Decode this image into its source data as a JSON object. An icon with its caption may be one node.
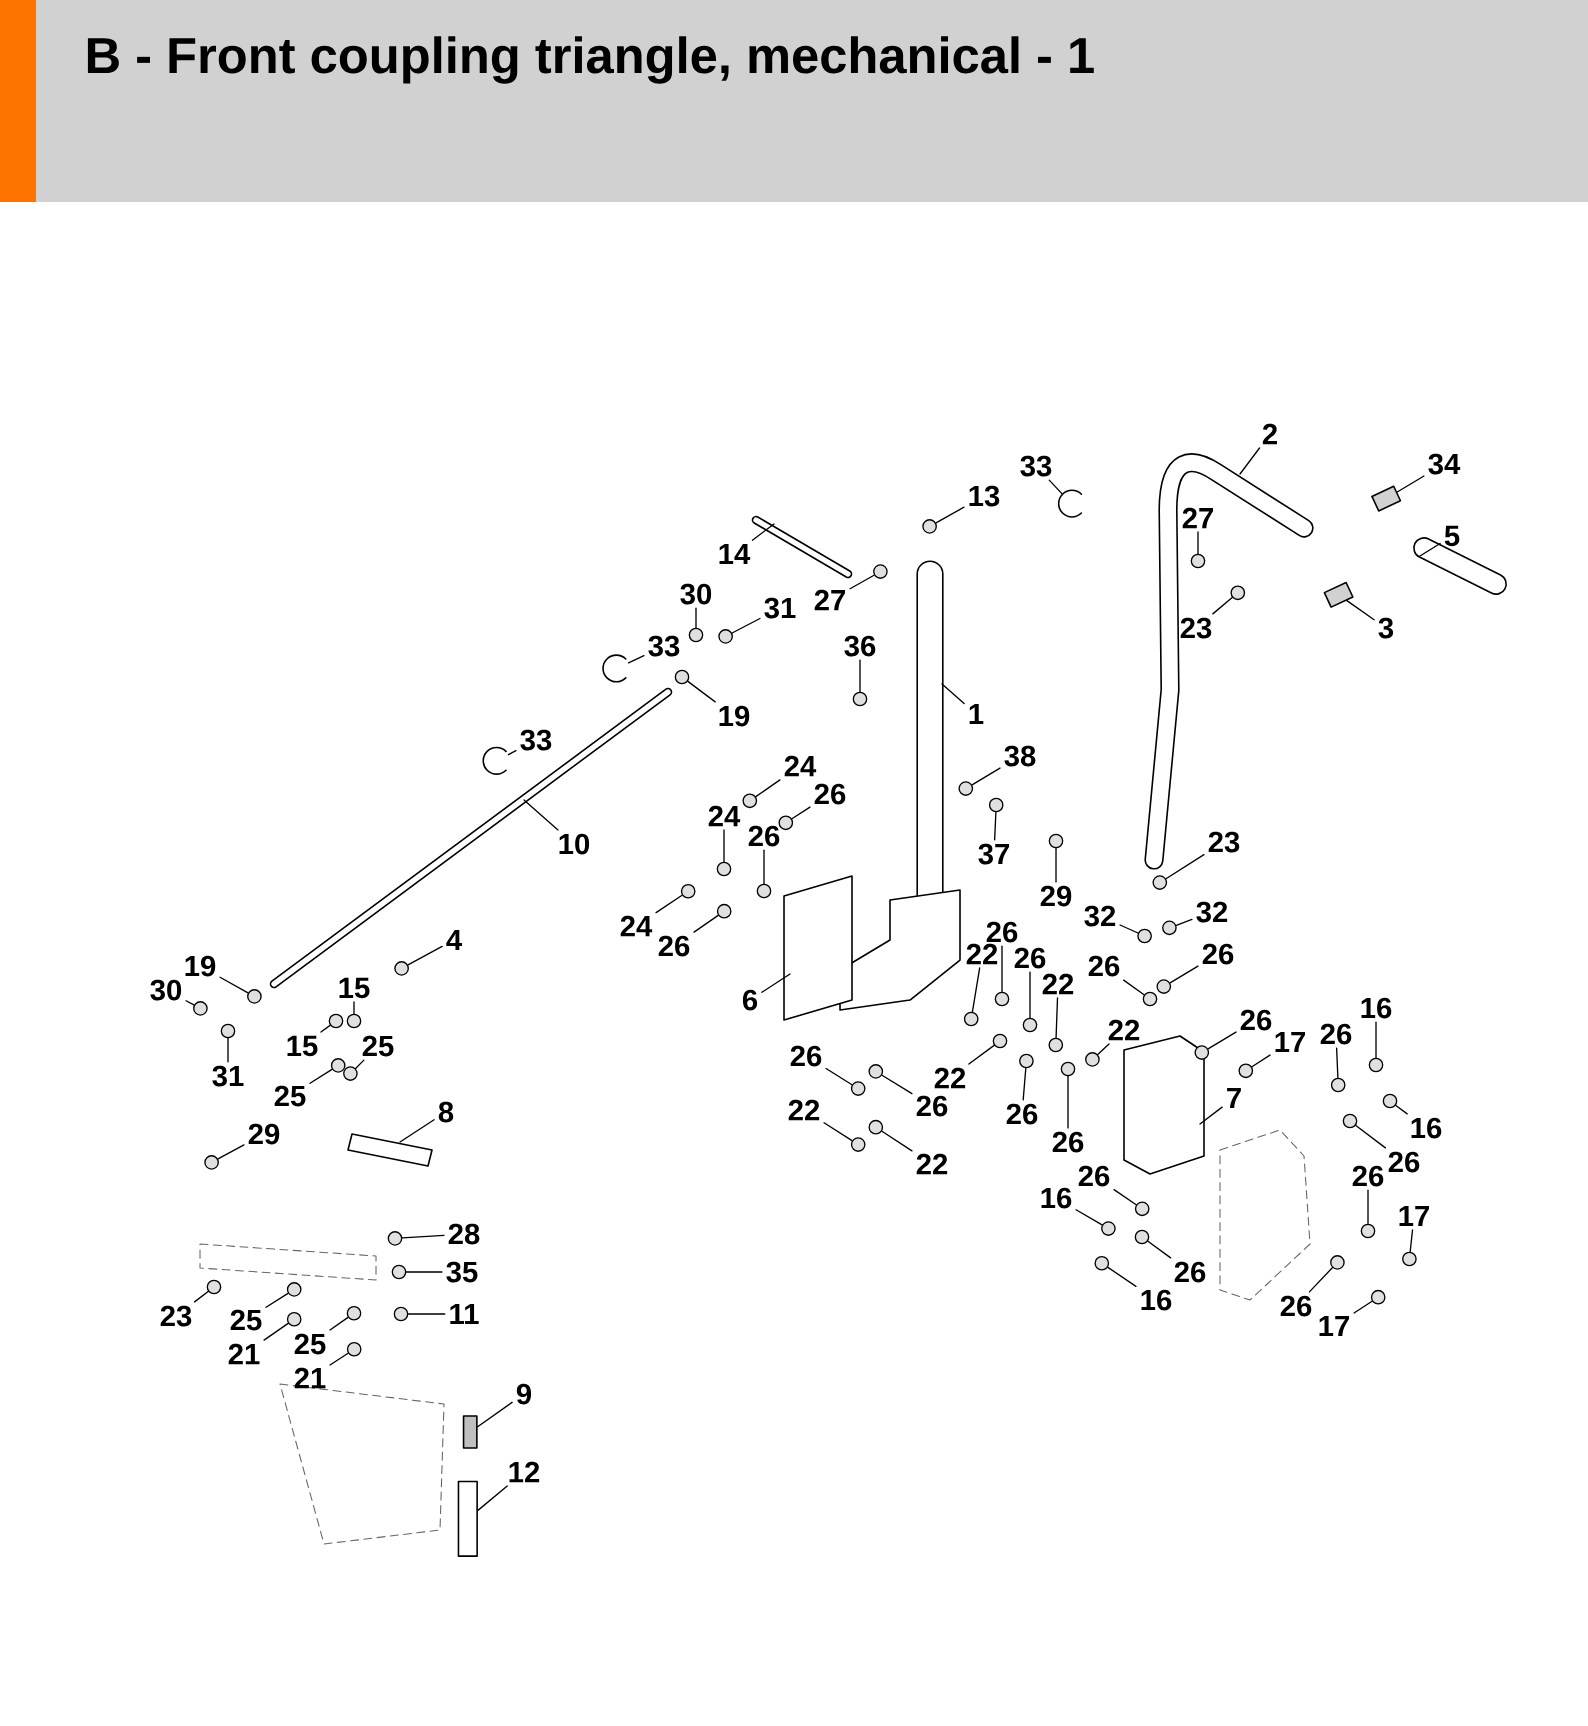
{
  "diagram": {
    "title": "B - Front coupling triangle, mechanical - 1",
    "nodes": [
      {
        "text": [
          "2"
        ]
      },
      {
        "text": [
          "34"
        ]
      },
      {
        "text": [
          "33"
        ]
      },
      {
        "text": [
          "13"
        ]
      },
      {
        "text": [
          "27"
        ]
      },
      {
        "text": [
          "5"
        ]
      },
      {
        "text": [
          "14"
        ]
      },
      {
        "text": [
          "30"
        ]
      },
      {
        "text": [
          "27"
        ]
      },
      {
        "text": [
          "31"
        ]
      },
      {
        "text": [
          "23"
        ]
      },
      {
        "text": [
          "3"
        ]
      },
      {
        "text": [
          "36"
        ]
      },
      {
        "text": [
          "33"
        ]
      },
      {
        "text": [
          "1"
        ]
      },
      {
        "text": [
          "19"
        ]
      },
      {
        "text": [
          "33"
        ]
      },
      {
        "text": [
          "38"
        ]
      },
      {
        "text": [
          "24"
        ]
      },
      {
        "text": [
          "26"
        ]
      },
      {
        "text": [
          "24"
        ]
      },
      {
        "text": [
          "26"
        ]
      },
      {
        "text": [
          "23"
        ]
      },
      {
        "text": [
          "10"
        ]
      },
      {
        "text": [
          "37"
        ]
      },
      {
        "text": [
          "29"
        ]
      },
      {
        "text": [
          "32"
        ]
      },
      {
        "text": [
          "32"
        ]
      },
      {
        "text": [
          "24"
        ]
      },
      {
        "text": [
          "26"
        ]
      },
      {
        "text": [
          "26"
        ]
      },
      {
        "text": [
          "4"
        ]
      },
      {
        "text": [
          "26"
        ]
      },
      {
        "text": [
          "22"
        ]
      },
      {
        "text": [
          "26"
        ]
      },
      {
        "text": [
          "19"
        ]
      },
      {
        "text": [
          "26"
        ]
      },
      {
        "text": [
          "22"
        ]
      },
      {
        "text": [
          "15"
        ]
      },
      {
        "text": [
          "30"
        ]
      },
      {
        "text": [
          "6"
        ]
      },
      {
        "text": [
          "16"
        ]
      },
      {
        "text": [
          "26"
        ]
      },
      {
        "text": [
          "22"
        ]
      },
      {
        "text": [
          "26"
        ]
      },
      {
        "text": [
          "17"
        ]
      },
      {
        "text": [
          "15"
        ]
      },
      {
        "text": [
          "25"
        ]
      },
      {
        "text": [
          "26"
        ]
      },
      {
        "text": [
          "31"
        ]
      },
      {
        "text": [
          "22"
        ]
      },
      {
        "text": [
          "25"
        ]
      },
      {
        "text": [
          "7"
        ]
      },
      {
        "text": [
          "26"
        ]
      },
      {
        "text": [
          "22"
        ]
      },
      {
        "text": [
          "8"
        ]
      },
      {
        "text": [
          "26"
        ]
      },
      {
        "text": [
          "16"
        ]
      },
      {
        "text": [
          "29"
        ]
      },
      {
        "text": [
          "26"
        ]
      },
      {
        "text": [
          "26"
        ]
      },
      {
        "text": [
          "22"
        ]
      },
      {
        "text": [
          "26"
        ]
      },
      {
        "text": [
          "26"
        ]
      },
      {
        "text": [
          "16"
        ]
      },
      {
        "text": [
          "17"
        ]
      },
      {
        "text": [
          "28"
        ]
      },
      {
        "text": [
          "35"
        ]
      },
      {
        "text": [
          "26"
        ]
      },
      {
        "text": [
          "16"
        ]
      },
      {
        "text": [
          "26"
        ]
      },
      {
        "text": [
          "11"
        ]
      },
      {
        "text": [
          "23"
        ]
      },
      {
        "text": [
          "25"
        ]
      },
      {
        "text": [
          "17"
        ]
      },
      {
        "text": [
          "25"
        ]
      },
      {
        "text": [
          "21"
        ]
      },
      {
        "text": [
          "21"
        ]
      },
      {
        "text": [
          "9"
        ]
      },
      {
        "text": [
          "12"
        ]
      },
      {
        "text": [],
        "shape": "box"
      },
      {
        "text": [],
        "shape": "picture"
      },
      {
        "text": [],
        "shape": "circle"
      },
      {
        "text": [],
        "shape": "circle"
      },
      {
        "text": [],
        "shape": "circle"
      },
      {
        "text": [],
        "shape": "circle"
      },
      {
        "text": [],
        "shape": "circle"
      },
      {
        "text": [],
        "shape": "circle"
      },
      {
        "text": [],
        "shape": "box"
      },
      {
        "text": [],
        "shape": "circle"
      },
      {
        "text": [],
        "shape": "picture"
      },
      {
        "text": [],
        "shape": "circle"
      },
      {
        "text": [],
        "shape": "picture"
      },
      {
        "text": [],
        "shape": "circle"
      },
      {
        "text": [],
        "shape": "circle"
      },
      {
        "text": [],
        "shape": "circle"
      },
      {
        "text": [],
        "shape": "circle"
      },
      {
        "text": [],
        "shape": "circle"
      },
      {
        "text": [],
        "shape": "circle"
      },
      {
        "text": [],
        "shape": "circle"
      },
      {
        "text": [],
        "shape": "circle"
      },
      {
        "text": [],
        "shape": "circle"
      },
      {
        "text": [],
        "shape": "circle"
      },
      {
        "text": [],
        "shape": "circle"
      },
      {
        "text": [],
        "shape": "circle"
      },
      {
        "text": [],
        "shape": "circle"
      },
      {
        "text": [],
        "shape": "circle"
      },
      {
        "text": [],
        "shape": "circle"
      },
      {
        "text": [],
        "shape": "circle"
      },
      {
        "text": [],
        "shape": "circle"
      },
      {
        "text": [],
        "shape": "circle"
      },
      {
        "text": [],
        "shape": "circle"
      },
      {
        "text": [],
        "shape": "circle"
      },
      {
        "text": [],
        "shape": "circle"
      },
      {
        "text": [],
        "shape": "circle"
      },
      {
        "text": [],
        "shape": "circle"
      },
      {
        "text": [],
        "shape": "circle"
      },
      {
        "text": [],
        "shape": "circle"
      },
      {
        "text": [],
        "shape": "circle"
      },
      {
        "text": [],
        "shape": "circle"
      },
      {
        "text": [],
        "shape": "circle"
      },
      {
        "text": [],
        "shape": "circle"
      },
      {
        "text": [],
        "shape": "circle"
      },
      {
        "text": [],
        "shape": "circle"
      },
      {
        "text": [],
        "shape": "circle"
      },
      {
        "text": [],
        "shape": "circle"
      },
      {
        "text": [],
        "shape": "circle"
      },
      {
        "text": [],
        "shape": "circle"
      },
      {
        "text": [],
        "shape": "circle"
      },
      {
        "text": [],
        "shape": "circle"
      },
      {
        "text": [],
        "shape": "circle"
      },
      {
        "text": [],
        "shape": "circle"
      },
      {
        "text": [],
        "shape": "circle"
      },
      {
        "text": [],
        "shape": "circle"
      },
      {
        "text": [],
        "shape": "circle"
      },
      {
        "text": [],
        "shape": "circle"
      },
      {
        "text": [],
        "shape": "circle"
      },
      {
        "text": [],
        "shape": "circle"
      },
      {
        "text": [],
        "shape": "circle"
      },
      {
        "text": [],
        "shape": "circle"
      },
      {
        "text": [],
        "shape": "circle"
      },
      {
        "text": [],
        "shape": "circle"
      },
      {
        "text": [],
        "shape": "circle"
      },
      {
        "text": [],
        "shape": "circle"
      },
      {
        "text": [],
        "shape": "circle"
      },
      {
        "text": [],
        "shape": "circle"
      },
      {
        "text": [],
        "shape": "circle"
      },
      {
        "text": [],
        "shape": "circle"
      },
      {
        "text": [],
        "shape": "circle"
      },
      {
        "text": [],
        "shape": "circle"
      },
      {
        "text": [],
        "shape": "box"
      },
      {
        "text": [],
        "shape": "box"
      }
    ],
    "edges": [
      {
        "from": 0,
        "to": null,
        "arrow": "none"
      },
      {
        "from": 1,
        "to": 80,
        "arrow": "none"
      },
      {
        "from": 2,
        "to": 81,
        "arrow": "none"
      },
      {
        "from": 3,
        "to": 82,
        "arrow": "none"
      },
      {
        "from": 4,
        "to": 83,
        "arrow": "none"
      },
      {
        "from": 5,
        "to": null,
        "arrow": "none"
      },
      {
        "from": 6,
        "to": null,
        "arrow": "none"
      },
      {
        "from": 7,
        "to": 84,
        "arrow": "none"
      },
      {
        "from": 8,
        "to": 85,
        "arrow": "none"
      },
      {
        "from": 9,
        "to": 86,
        "arrow": "none"
      },
      {
        "from": 10,
        "to": 87,
        "arrow": "none"
      },
      {
        "from": 11,
        "to": 88,
        "arrow": "none"
      },
      {
        "from": 12,
        "to": 89,
        "arrow": "none"
      },
      {
        "from": 13,
        "to": 90,
        "arrow": "none"
      },
      {
        "from": 14,
        "to": null,
        "arrow": "none"
      },
      {
        "from": 15,
        "to": 91,
        "arrow": "none"
      },
      {
        "from": 16,
        "to": 92,
        "arrow": "none"
      },
      {
        "from": 17,
        "to": 93,
        "arrow": "none"
      },
      {
        "from": 18,
        "to": 94,
        "arrow": "none"
      },
      {
        "from": 19,
        "to": 95,
        "arrow": "none"
      },
      {
        "from": 20,
        "to": 96,
        "arrow": "none"
      },
      {
        "from": 21,
        "to": 97,
        "arrow": "none"
      },
      {
        "from": 22,
        "to": 98,
        "arrow": "none"
      },
      {
        "from": 23,
        "to": null,
        "arrow": "none"
      },
      {
        "from": 24,
        "to": 99,
        "arrow": "none"
      },
      {
        "from": 25,
        "to": 100,
        "arrow": "none"
      },
      {
        "from": 26,
        "to": 101,
        "arrow": "none"
      },
      {
        "from": 27,
        "to": 102,
        "arrow": "none"
      },
      {
        "from": 28,
        "to": 103,
        "arrow": "none"
      },
      {
        "from": 29,
        "to": 104,
        "arrow": "none"
      },
      {
        "from": 30,
        "to": 105,
        "arrow": "none"
      },
      {
        "from": 31,
        "to": 106,
        "arrow": "none"
      },
      {
        "from": 32,
        "to": 107,
        "arrow": "none"
      },
      {
        "from": 33,
        "to": 108,
        "arrow": "none"
      },
      {
        "from": 34,
        "to": 109,
        "arrow": "none"
      },
      {
        "from": 35,
        "to": 110,
        "arrow": "none"
      },
      {
        "from": 36,
        "to": 111,
        "arrow": "none"
      },
      {
        "from": 37,
        "to": 112,
        "arrow": "none"
      },
      {
        "from": 38,
        "to": 113,
        "arrow": "none"
      },
      {
        "from": 39,
        "to": 114,
        "arrow": "none"
      },
      {
        "from": 40,
        "to": null,
        "arrow": "none"
      },
      {
        "from": 41,
        "to": 115,
        "arrow": "none"
      },
      {
        "from": 42,
        "to": 116,
        "arrow": "none"
      },
      {
        "from": 43,
        "to": 117,
        "arrow": "none"
      },
      {
        "from": 44,
        "to": 118,
        "arrow": "none"
      },
      {
        "from": 45,
        "to": 119,
        "arrow": "none"
      },
      {
        "from": 46,
        "to": 120,
        "arrow": "none"
      },
      {
        "from": 47,
        "to": 121,
        "arrow": "none"
      },
      {
        "from": 48,
        "to": 122,
        "arrow": "none"
      },
      {
        "from": 49,
        "to": 123,
        "arrow": "none"
      },
      {
        "from": 50,
        "to": 124,
        "arrow": "none"
      },
      {
        "from": 51,
        "to": 125,
        "arrow": "none"
      },
      {
        "from": 52,
        "to": null,
        "arrow": "none"
      },
      {
        "from": 53,
        "to": 126,
        "arrow": "none"
      },
      {
        "from": 54,
        "to": 127,
        "arrow": "none"
      },
      {
        "from": 55,
        "to": null,
        "arrow": "none"
      },
      {
        "from": 56,
        "to": 128,
        "arrow": "none"
      },
      {
        "from": 57,
        "to": 129,
        "arrow": "none"
      },
      {
        "from": 58,
        "to": 130,
        "arrow": "none"
      },
      {
        "from": 59,
        "to": 131,
        "arrow": "none"
      },
      {
        "from": 60,
        "to": 132,
        "arrow": "none"
      },
      {
        "from": 61,
        "to": 133,
        "arrow": "none"
      },
      {
        "from": 62,
        "to": 134,
        "arrow": "none"
      },
      {
        "from": 63,
        "to": 135,
        "arrow": "none"
      },
      {
        "from": 64,
        "to": 136,
        "arrow": "none"
      },
      {
        "from": 65,
        "to": 137,
        "arrow": "none"
      },
      {
        "from": 66,
        "to": 138,
        "arrow": "none"
      },
      {
        "from": 67,
        "to": 139,
        "arrow": "none"
      },
      {
        "from": 68,
        "to": 140,
        "arrow": "none"
      },
      {
        "from": 69,
        "to": 141,
        "arrow": "none"
      },
      {
        "from": 70,
        "to": 142,
        "arrow": "none"
      },
      {
        "from": 71,
        "to": 143,
        "arrow": "none"
      },
      {
        "from": 72,
        "to": 144,
        "arrow": "none"
      },
      {
        "from": 73,
        "to": 145,
        "arrow": "none"
      },
      {
        "from": 74,
        "to": 146,
        "arrow": "none"
      },
      {
        "from": 75,
        "to": 147,
        "arrow": "none"
      },
      {
        "from": 76,
        "to": 148,
        "arrow": "none"
      },
      {
        "from": 77,
        "to": 149,
        "arrow": "none"
      },
      {
        "from": 78,
        "to": 150,
        "arrow": "none"
      },
      {
        "from": 79,
        "to": 151,
        "arrow": "none"
      }
    ]
  }
}
